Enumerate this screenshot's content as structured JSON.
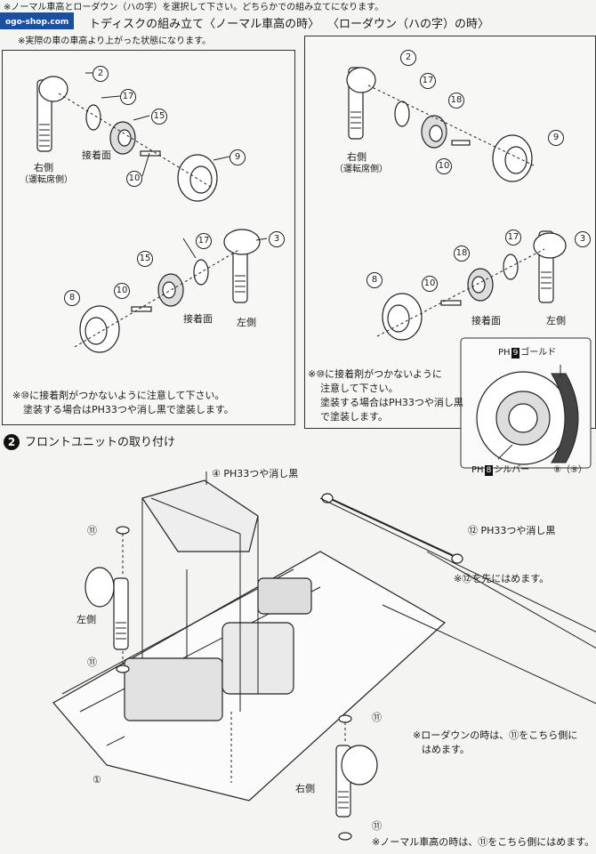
{
  "header": {
    "top_note": "※ノーマル車高とローダウン（ハの字）を選択して下さい。どちらかでの組み立てになります。",
    "logo_text": "ogo-shop.com",
    "section1_title": "トディスクの組み立て〈ノーマル車高の時〉",
    "section1_right_title": "〈ローダウン（ハの字）の時〉",
    "section1_sub": "※実際の車の車高より上がった状態になります。"
  },
  "left_panel": {
    "right_side_label": "右側",
    "right_side_sub": "（運転席側）",
    "adhesive_label_1": "接着面",
    "adhesive_label_2": "接着面",
    "left_side_label": "左側",
    "parts_top": [
      "2",
      "17",
      "15",
      "10",
      "9"
    ],
    "parts_bottom": [
      "3",
      "17",
      "15",
      "10",
      "8"
    ],
    "note_line1": "※⑩に接着剤がつかないように注意して下さい。",
    "note_line2": "塗装する場合はPH33つや消し黒で塗装します。"
  },
  "right_panel": {
    "right_side_label": "右側",
    "right_side_sub": "（運転席側）",
    "adhesive_label": "接着面",
    "left_side_label": "左側",
    "parts_top": [
      "2",
      "17",
      "18",
      "10",
      "9"
    ],
    "parts_bottom": [
      "3",
      "17",
      "18",
      "10",
      "8"
    ],
    "note_line1": "※⑩に接着剤がつかないように",
    "note_line2": "注意して下さい。",
    "note_line3": "塗装する場合はPH33つや消し黒",
    "note_line4": "で塗装します。"
  },
  "color_box": {
    "gold_code": "9",
    "gold_label": "ゴールド",
    "silver_code": "8",
    "silver_label": "シルバー",
    "part_ref": "⑧（⑨）",
    "prefix": "PH"
  },
  "step2": {
    "number": "2",
    "title": "フロントユニットの取り付け",
    "part4_label": "④ PH33つや消し黒",
    "part12_label": "⑫ PH33つや消し黒",
    "part12_note": "※⑫を先にはめます。",
    "left_label": "左側",
    "right_label": "右側",
    "lowdown_note_1": "※ローダウンの時は、⑪をこちら側に",
    "lowdown_note_2": "はめます。",
    "normal_note": "※ノーマル車高の時は、⑪をこちら側にはめます。",
    "part1": "①",
    "part11": "⑪"
  }
}
